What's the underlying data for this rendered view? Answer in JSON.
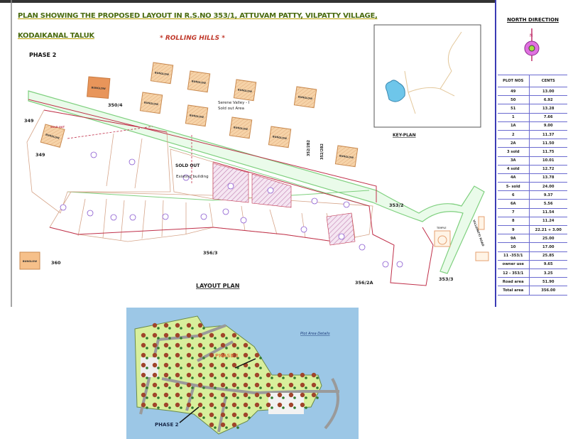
{
  "header": {
    "title_line1": "PLAN SHOWING THE PROPOSED LAYOUT  IN R.S.NO 353/1, ATTUVAM PATTY, VILPATTY VILLAGE,",
    "title_line2": "KODAIKANAL TALUK",
    "project_name": "* ROLLING HILLS *",
    "phase": "PHASE 2"
  },
  "map": {
    "building_label": "BUNGLOW",
    "sold_out": "SOLD OUT",
    "existing_building": "Existing building",
    "serene_valley_line1": "Serene Valley - I",
    "serene_valley_line2": "Sold out Area",
    "survey_numbers": [
      "350/4",
      "349",
      "349",
      "360",
      "356/3",
      "356/2A",
      "353/2",
      "353/3",
      "352/2B2",
      "352/2B2"
    ],
    "temple": "TEMPLE",
    "road": "VILLUPATTI ROAD",
    "layout_plan_label": "LAYOUT PLAN",
    "key_plan_label": "KEY-PLAN"
  },
  "right_panel": {
    "north_direction": "NORTH DIRECTION",
    "compass_letter": "N",
    "columns": [
      "PLOT NOS",
      "CENTS"
    ],
    "rows": [
      [
        "49",
        "13.00"
      ],
      [
        "50",
        "6.92"
      ],
      [
        "51",
        "13.28"
      ],
      [
        "1",
        "7.66"
      ],
      [
        "1A",
        "9.00"
      ],
      [
        "2",
        "11.37"
      ],
      [
        "2A",
        "11.50"
      ],
      [
        "3  sold",
        "11.75"
      ],
      [
        "3A",
        "10.01"
      ],
      [
        "4  sold",
        "12.72"
      ],
      [
        "4A",
        "13.78"
      ],
      [
        "5- sold",
        "24.00"
      ],
      [
        "6",
        "9.37"
      ],
      [
        "6A",
        "5.56"
      ],
      [
        "7",
        "11.54"
      ],
      [
        "8",
        "11.24"
      ],
      [
        "9",
        "22.21 + 3.00"
      ],
      [
        "9A",
        "25.00"
      ],
      [
        "10",
        "17.00"
      ],
      [
        "11 -353/1",
        "25.85"
      ],
      [
        "owner use",
        "9.65"
      ],
      [
        "12 - 353/1",
        "3.25"
      ],
      [
        "Road area",
        "51.90"
      ],
      [
        "Total area",
        "356.00"
      ]
    ]
  },
  "render": {
    "plot_area_details": "Plot Area Details",
    "phase1": "PHASE 1",
    "phase2": "PHASE 2"
  },
  "colors": {
    "road_green": "#7fd07f",
    "boundary_red": "#c0304a",
    "building_fill": "#f6d3a8",
    "table_line": "#6a6ad0",
    "water": "#6ec6ea",
    "render_bg": "#9cc7e6"
  }
}
